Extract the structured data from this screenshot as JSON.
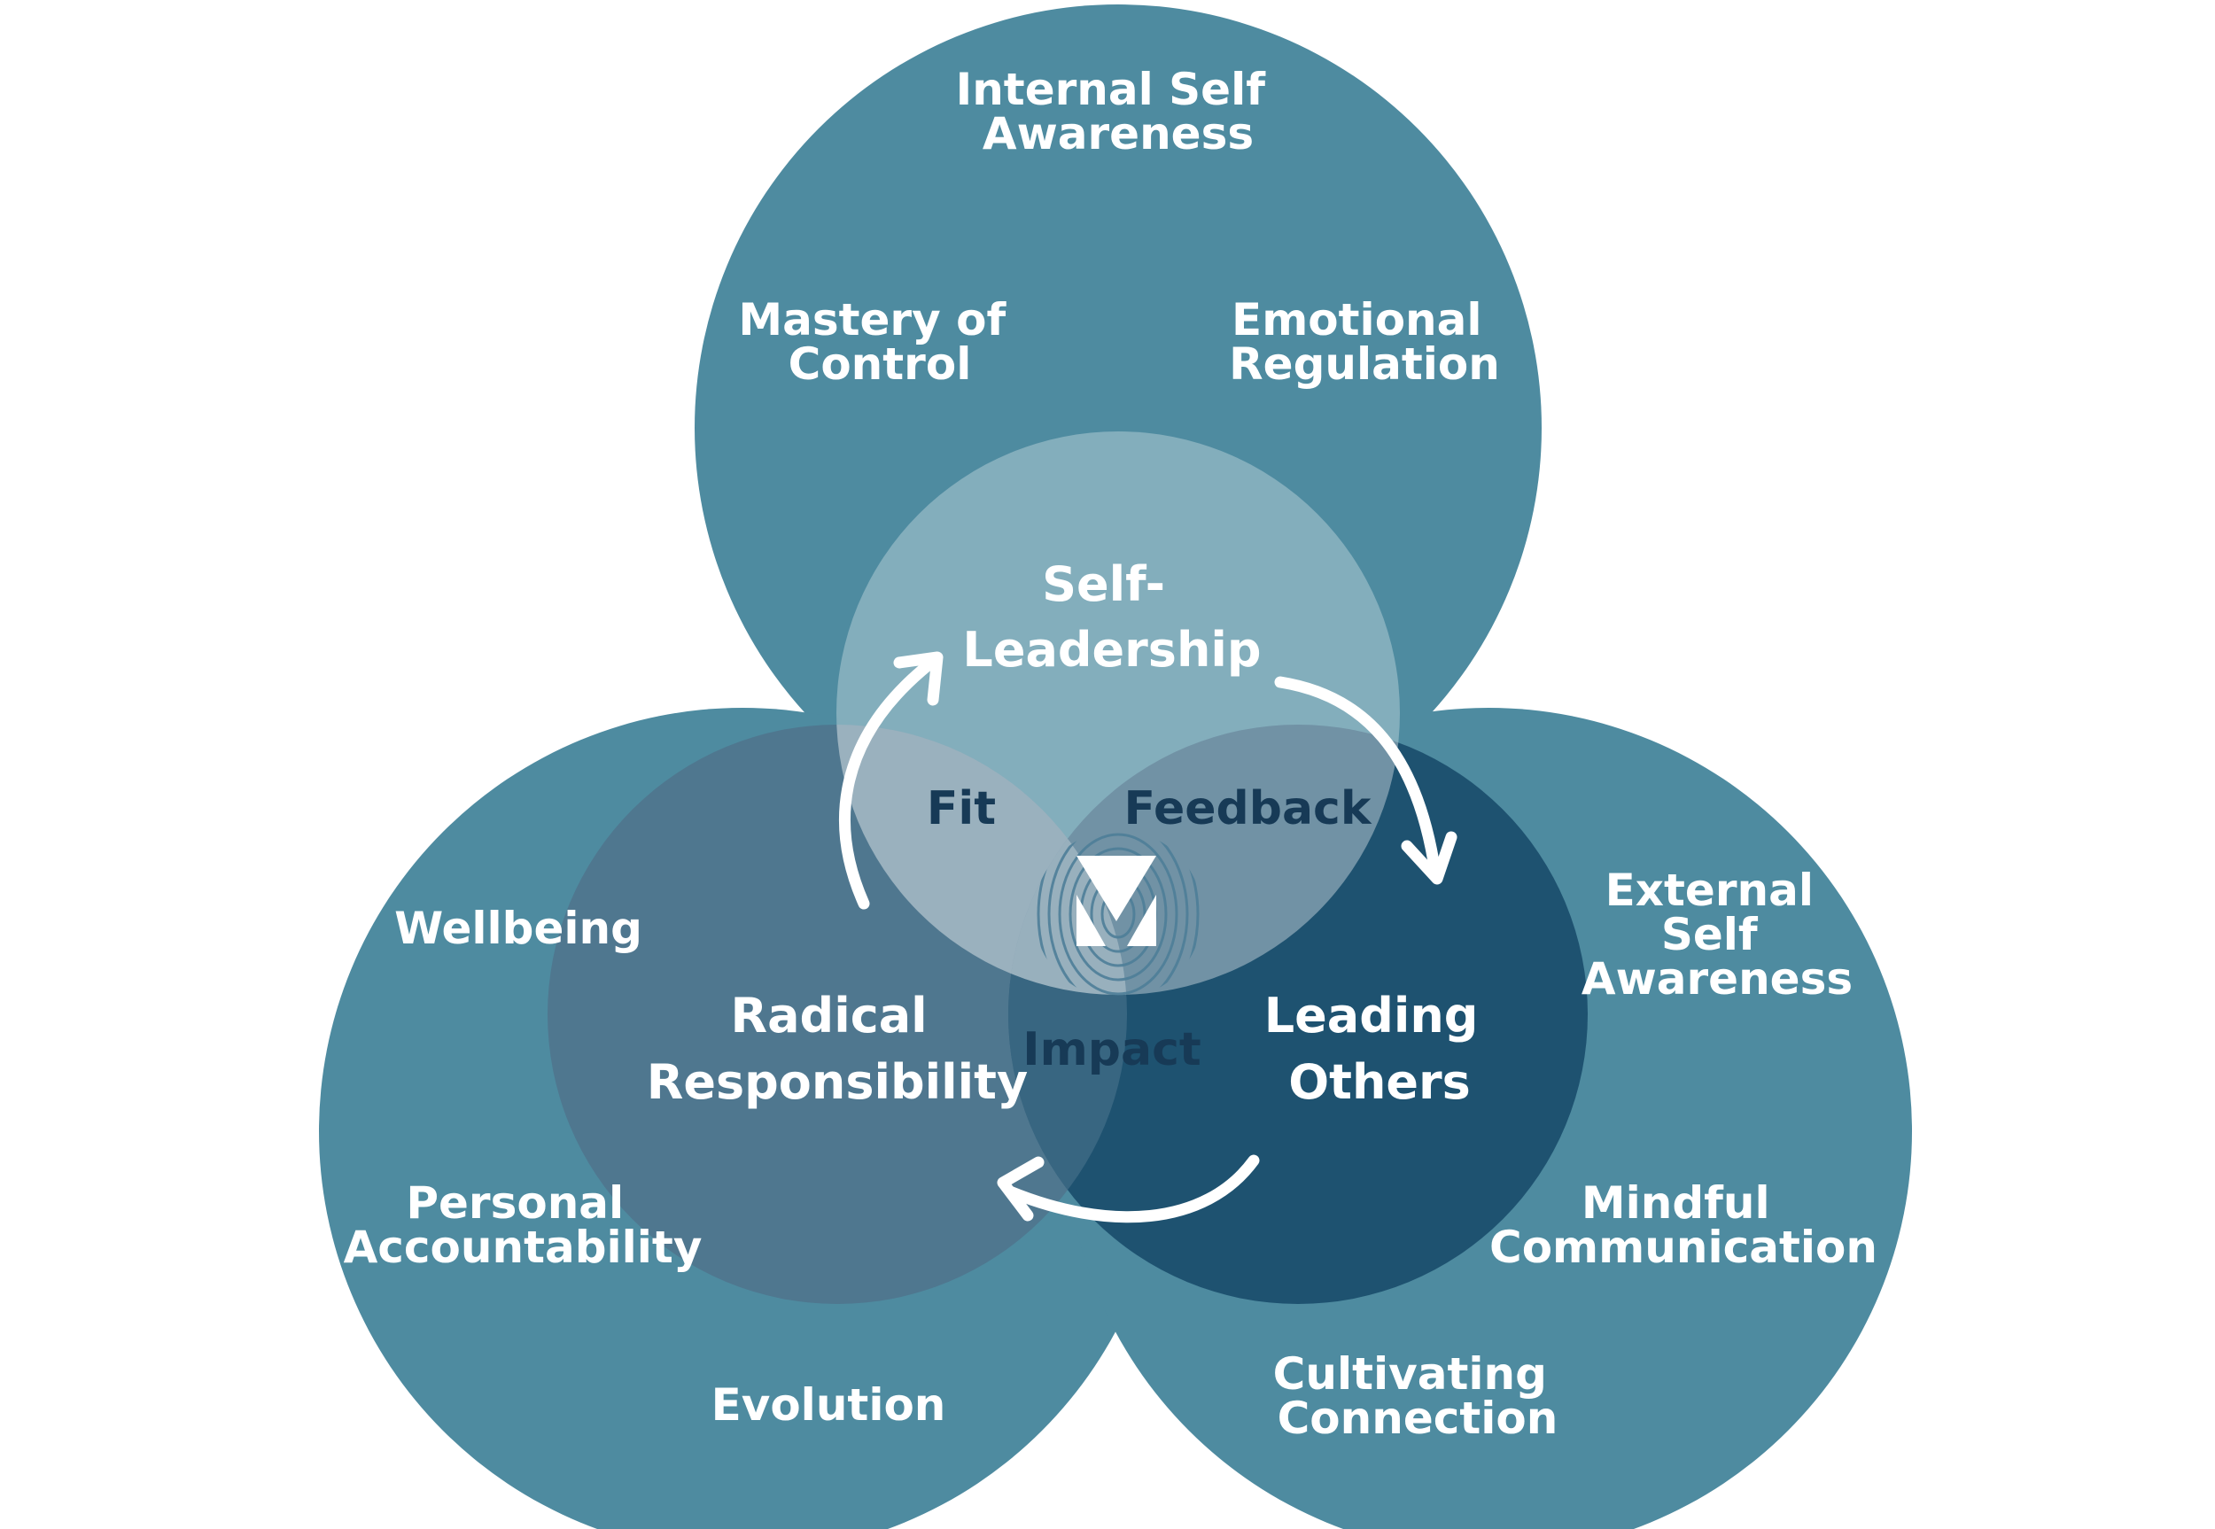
{
  "colors": {
    "outer_circle": "#4e8ba0",
    "self_leadership_core": "#86a6b7",
    "radical_responsibility_core": "#4f778f",
    "leading_others_core": "#1e5270",
    "label_light": "#ffffff",
    "label_dark": "#173a56"
  },
  "top_circle": {
    "heading_lines": [
      "Internal Self",
      "Awareness"
    ],
    "left_lines": [
      "Mastery of",
      "Control"
    ],
    "right_lines": [
      "Emotional",
      "Regulation"
    ]
  },
  "left_circle": {
    "wellbeing": "Wellbeing",
    "accountability_lines": [
      "Personal",
      "Accountability"
    ],
    "evolution": "Evolution"
  },
  "right_circle": {
    "heading_lines": [
      "External",
      "Self",
      "Awareness"
    ],
    "communication_lines": [
      "Mindful",
      "Communication"
    ],
    "connection_lines": [
      "Cultivating",
      "Connection"
    ]
  },
  "core": {
    "self_leadership_lines": [
      "Self-",
      "Leadership"
    ],
    "radical_responsibility_lines": [
      "Radical",
      "Responsibility"
    ],
    "leading_others_lines": [
      "Leading",
      "Others"
    ]
  },
  "overlaps": {
    "fit": "Fit",
    "feedback": "Feedback",
    "impact": "Impact"
  },
  "center_logo_icon": "fingerprint-logo-icon",
  "cycle_arrow_icon": "circular-arrow-icon"
}
